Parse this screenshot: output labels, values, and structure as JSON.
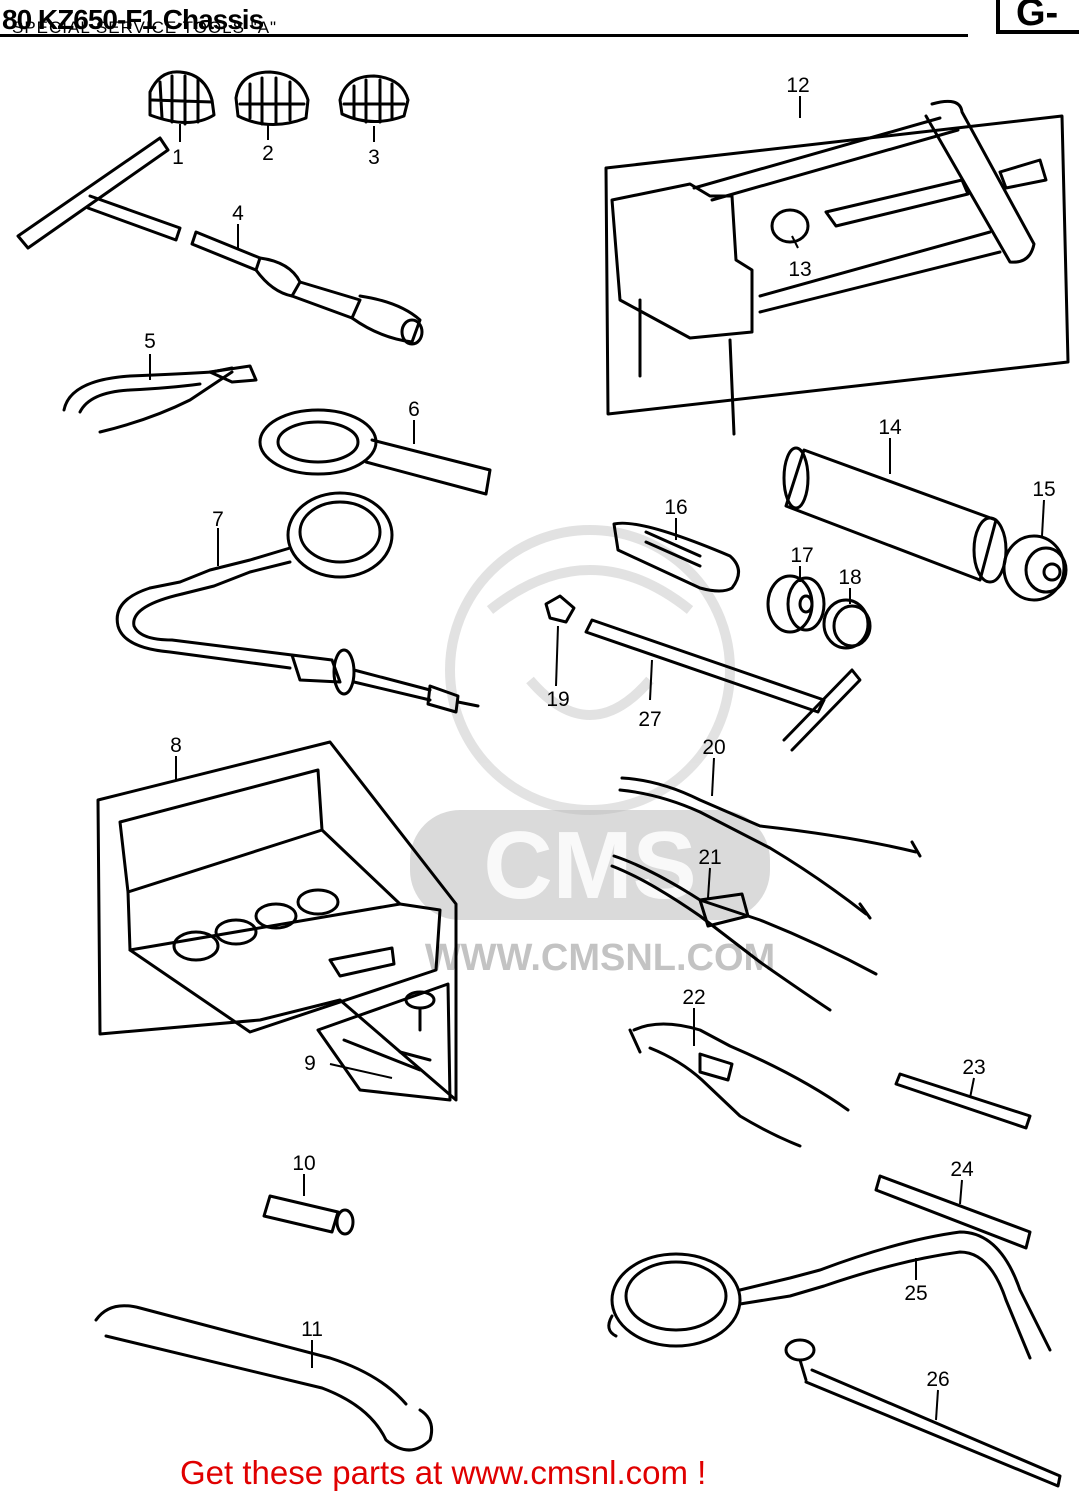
{
  "header": {
    "title": "80 KZ650-F1 Chassis",
    "subtitle": "SPECIAL SERVICE TOOLS \"A\"",
    "section_code": "G-"
  },
  "footer": {
    "cta": "Get these parts at www.cmsnl.com !"
  },
  "watermark": {
    "brand": "CMS",
    "url": "WWW.CMSNL.COM"
  },
  "callouts": {
    "c1": "1",
    "c2": "2",
    "c3": "3",
    "c4": "4",
    "c5": "5",
    "c6": "6",
    "c7": "7",
    "c8": "8",
    "c9": "9",
    "c10": "10",
    "c11": "11",
    "c12": "12",
    "c13": "13",
    "c14": "14",
    "c15": "15",
    "c16": "16",
    "c17": "17",
    "c18": "18",
    "c19": "19",
    "c20": "20",
    "c21": "21",
    "c22": "22",
    "c23": "23",
    "c24": "24",
    "c25": "25",
    "c26": "26",
    "c27": "27"
  }
}
